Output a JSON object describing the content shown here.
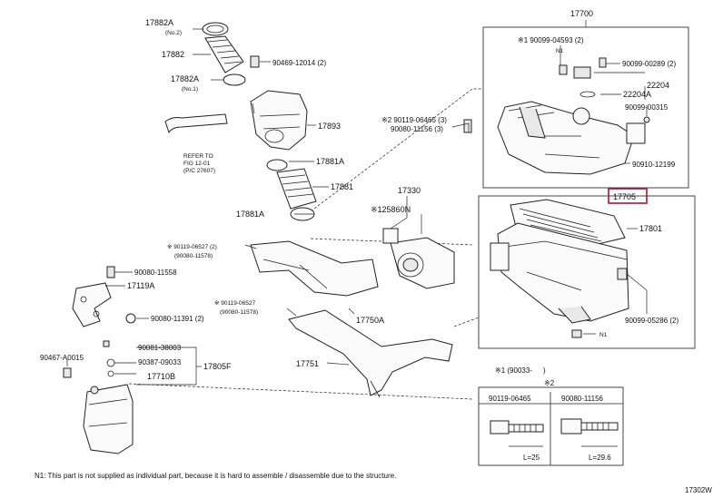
{
  "parts": {
    "p17700": "17700",
    "p17882A_top": "17882A",
    "p17882A_top_note": "(No.2)",
    "p17882": "17882",
    "p90469": "90469-12014 (2)",
    "p17882A_bot": "17882A",
    "p17882A_bot_note": "(No.1)",
    "p17893": "17893",
    "refer_1": "REFER TO",
    "refer_2": "FIG 12-01",
    "refer_3": "(P/C 27607)",
    "p17881A_a": "17881A",
    "p17881": "17881",
    "p17881A_b": "17881A",
    "p90099_04593": "※1 90099-04593 (2)",
    "n1_top": "N1",
    "p90099_00289": "90099-00289 (2)",
    "p22204": "22204",
    "p22204A": "22204A",
    "p90099_00315": "90099-00315",
    "p90910": "90910-12199",
    "p17705": "17705",
    "p17801": "17801",
    "p90119_06465": "※2 90119-06465 (3)",
    "p90080_11156": "90080-11156 (3)",
    "p17330": "17330",
    "p125860N": "※125860N",
    "p90119_06527a": "※ 90119-06527 (2)",
    "p90080_11578a": "(90080-11578)",
    "p90080_11558": "90080-11558",
    "p17119A": "17119A",
    "p90080_11391": "90080-11391 (2)",
    "p90119_06527b": "※ 90119-06527",
    "p90080_11578b": "(90080-11578)",
    "p17750A": "17750A",
    "p90099_05286": "90099-05286 (2)",
    "n1_bot": "N1",
    "p90467": "90467-A0015",
    "p90081": "90081-38003",
    "p90387": "90387-09033",
    "p17710B": "17710B",
    "p17805F": "17805F",
    "p17751": "17751"
  },
  "inset": {
    "title": "※1 (90033-",
    "title_end": ")",
    "mark": "※2",
    "col1": "90119-06465",
    "col2": "90080-11156",
    "len1": "L=25",
    "len2": "L=29.6"
  },
  "footnote": "N1: This part is not supplied as individual part, because it is hard to assemble / disassemble due to the structure.",
  "figure_code": "17302W",
  "colors": {
    "highlight": "#b0103a",
    "line": "#222222"
  }
}
